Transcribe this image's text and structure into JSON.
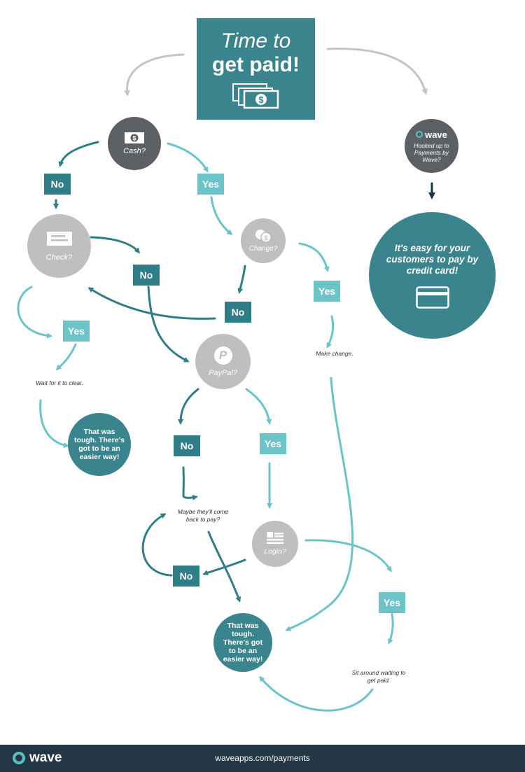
{
  "title": {
    "line1": "Time to",
    "line2": "get paid!"
  },
  "nodes": {
    "cash": "Cash?",
    "check": "Check?",
    "change": "Change?",
    "paypal": "PayPal?",
    "login": "Login?",
    "wave_brand": "wave",
    "wave_question": "Hooked up to Payments by Wave?",
    "end_left": "That was tough. There's got to be an easier way!",
    "end_bottom": "That was tough. There's got to be an easier way!",
    "easy": "It's easy for your customers to pay by credit card!"
  },
  "labels": {
    "no_cash": "No",
    "yes_cash": "Yes",
    "no_check": "No",
    "yes_check": "Yes",
    "no_change": "No",
    "yes_change": "Yes",
    "no_paypal": "No",
    "yes_paypal": "Yes",
    "no_login": "No",
    "yes_login": "Yes"
  },
  "notes": {
    "wait_clear": "Wait for it to clear.",
    "make_change": "Make change.",
    "come_back": "Maybe they'll come back to pay?",
    "sit_around": "Sit around waiting to get paid."
  },
  "footer": {
    "brand": "wave",
    "url": "waveapps.com/payments"
  },
  "colors": {
    "dark_teal": "#2f7d86",
    "light_teal": "#6cc4c8",
    "grey": "#bfbfbf",
    "dark_grey": "#5c5f63",
    "footer": "#223743"
  }
}
